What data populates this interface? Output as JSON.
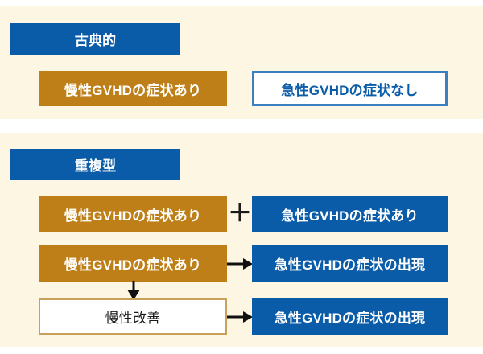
{
  "diagram": {
    "title_classic": "古典的",
    "title_overlap": "重複型",
    "colors": {
      "background": "#fdf6e3",
      "header_blue": "#0b5ca8",
      "chronic_brown": "#be7f18",
      "acute_blue": "#0b5ca8",
      "acute_outline_border": "#3a7fbf",
      "improve_border": "#c9a15a",
      "text_on_fill": "#ffffff",
      "text_dark": "#1a1a1a"
    },
    "sections": [
      {
        "id": "classic",
        "header": "古典的",
        "rows": [
          {
            "left": "慢性GVHDの症状あり",
            "connector": "none",
            "right": "急性GVHDの症状なし"
          }
        ]
      },
      {
        "id": "overlap",
        "header": "重複型",
        "rows": [
          {
            "left": "慢性GVHDの症状あり",
            "connector": "plus",
            "connector_symbol": "＋",
            "right": "急性GVHDの症状あり"
          },
          {
            "left": "慢性GVHDの症状あり",
            "connector": "arrow-right",
            "right": "急性GVHDの症状の出現"
          },
          {
            "left": "慢性改善",
            "connector": "arrow-right",
            "right": "急性GVHDの症状の出現"
          }
        ],
        "vertical_connector": "arrow-down"
      }
    ]
  }
}
